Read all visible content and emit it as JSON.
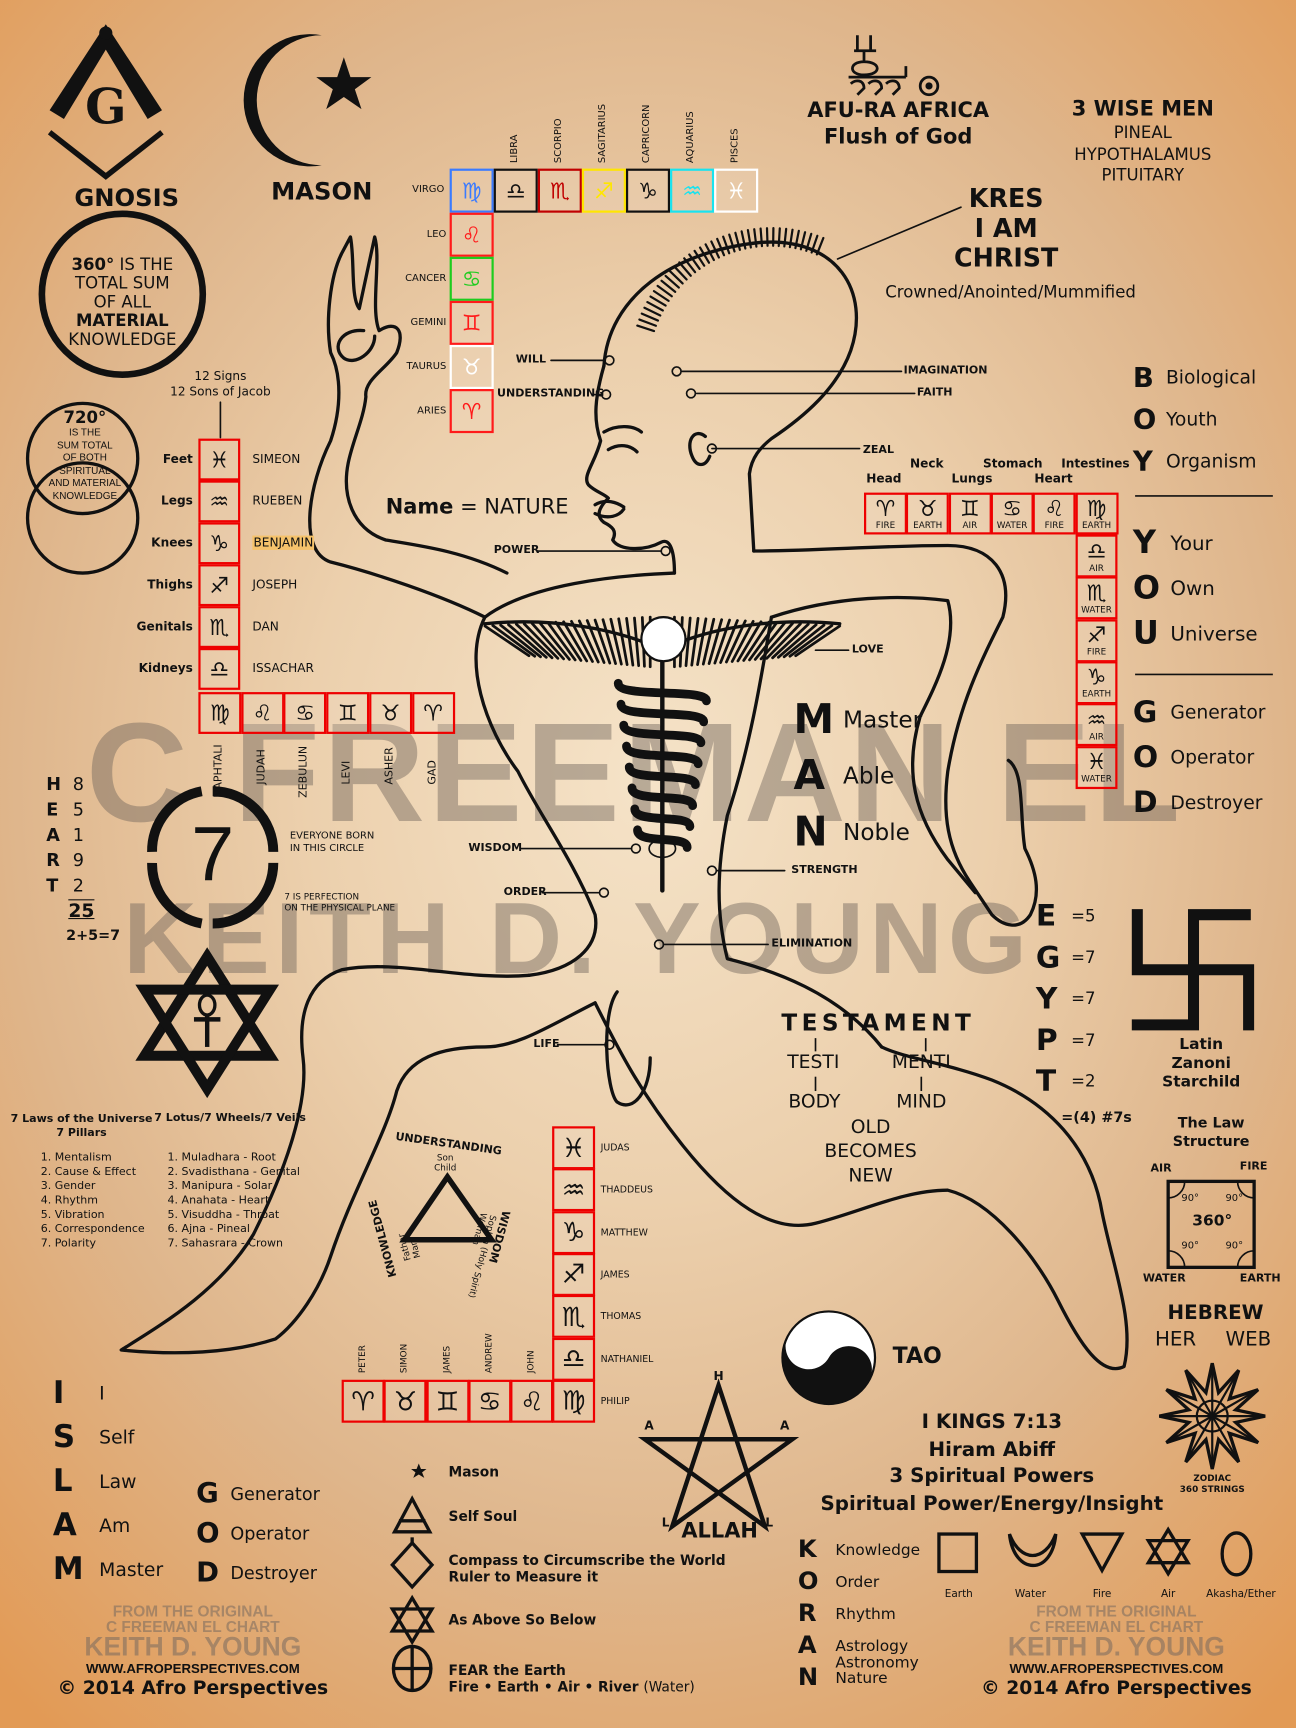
{
  "gnosis": {
    "label": "GNOSIS",
    "logo_letter": "G"
  },
  "mason": {
    "label": "MASON"
  },
  "afura": {
    "title": "AFU-RA AFRICA",
    "subtitle": "Flush of God"
  },
  "wise_men": {
    "title": "3 WISE MEN",
    "items": [
      "PINEAL",
      "HYPOTHALAMUS",
      "PITUITARY"
    ]
  },
  "kres": {
    "lines": [
      "KRES",
      "I AM",
      "CHRIST"
    ],
    "caption": "Crowned/Anointed/Mummified"
  },
  "circle360": {
    "deg": "360°",
    "lines": [
      "IS THE",
      "TOTAL SUM",
      "OF ALL",
      "MATERIAL",
      "KNOWLEDGE"
    ]
  },
  "circle720": {
    "deg": "720°",
    "lines": [
      "IS THE",
      "SUM TOTAL",
      "OF BOTH",
      "SPIRITUAL",
      "AND MATERIAL",
      "KNOWLEDGE"
    ]
  },
  "top_zodiac": {
    "corner": {
      "name": "VIRGO",
      "glyph": "♍",
      "color": "#3b7bff"
    },
    "row": [
      {
        "name": "LIBRA",
        "glyph": "♎",
        "color": "#111111"
      },
      {
        "name": "SCORPIO",
        "glyph": "♏",
        "color": "#c00000"
      },
      {
        "name": "SAGITARIUS",
        "glyph": "♐",
        "color": "#ffe600"
      },
      {
        "name": "CAPRICORN",
        "glyph": "♑",
        "color": "#111111"
      },
      {
        "name": "AQUARIUS",
        "glyph": "♒",
        "color": "#19e3ef"
      },
      {
        "name": "PISCES",
        "glyph": "♓",
        "color": "#ffffff"
      }
    ],
    "column": [
      {
        "name": "LEO",
        "glyph": "♌",
        "color": "#ff1a1a"
      },
      {
        "name": "CANCER",
        "glyph": "♋",
        "color": "#1ecc1e"
      },
      {
        "name": "GEMINI",
        "glyph": "♊",
        "color": "#ff1a1a"
      },
      {
        "name": "TAURUS",
        "glyph": "♉",
        "color": "#ffffff"
      },
      {
        "name": "ARIES",
        "glyph": "♈",
        "color": "#ff1a1a"
      }
    ]
  },
  "sons": {
    "heading": [
      "12 Signs",
      "12 Sons of Jacob"
    ],
    "column": [
      {
        "part": "Feet",
        "glyph": "♓",
        "name": "SIMEON"
      },
      {
        "part": "Legs",
        "glyph": "♒",
        "name": "RUEBEN"
      },
      {
        "part": "Knees",
        "glyph": "♑",
        "name": "BENJAMIN"
      },
      {
        "part": "Thighs",
        "glyph": "♐",
        "name": "JOSEPH"
      },
      {
        "part": "Genitals",
        "glyph": "♏",
        "name": "DAN"
      },
      {
        "part": "Kidneys",
        "glyph": "♎",
        "name": "ISSACHAR"
      }
    ],
    "row": [
      {
        "glyph": "♍",
        "name": "NAPHTALI"
      },
      {
        "glyph": "♌",
        "name": "JUDAH"
      },
      {
        "glyph": "♋",
        "name": "ZEBULUN"
      },
      {
        "glyph": "♊",
        "name": "LEVI"
      },
      {
        "glyph": "♉",
        "name": "ASHER"
      },
      {
        "glyph": "♈",
        "name": "GAD"
      }
    ],
    "highlight_color": "#f5c26b"
  },
  "body_zodiac": {
    "parts": [
      "Head",
      "Neck",
      "Lungs",
      "Stomach",
      "Heart",
      "Intestines"
    ],
    "row": [
      {
        "glyph": "♈",
        "element": "FIRE"
      },
      {
        "glyph": "♉",
        "element": "EARTH"
      },
      {
        "glyph": "♊",
        "element": "AIR"
      },
      {
        "glyph": "♋",
        "element": "WATER"
      },
      {
        "glyph": "♌",
        "element": "FIRE"
      },
      {
        "glyph": "♍",
        "element": "EARTH"
      }
    ],
    "column": [
      {
        "glyph": "♎",
        "element": "AIR"
      },
      {
        "glyph": "♏",
        "element": "WATER"
      },
      {
        "glyph": "♐",
        "element": "FIRE"
      },
      {
        "glyph": "♑",
        "element": "EARTH"
      },
      {
        "glyph": "♒",
        "element": "AIR"
      },
      {
        "glyph": "♓",
        "element": "WATER"
      }
    ]
  },
  "body_labels": {
    "will": "WILL",
    "understanding": "UNDERSTANDING",
    "imagination": "IMAGINATION",
    "faith": "FAITH",
    "zeal": "ZEAL",
    "power": "POWER",
    "love": "LOVE",
    "wisdom": "WISDOM",
    "strength": "STRENGTH",
    "order": "ORDER",
    "elimination": "ELIMINATION",
    "life": "LIFE"
  },
  "name_nature": {
    "name": "Name",
    "rest": "= NATURE"
  },
  "boy": [
    {
      "letter": "B",
      "word": "Biological"
    },
    {
      "letter": "O",
      "word": "Youth"
    },
    {
      "letter": "Y",
      "word": "Organism"
    }
  ],
  "you": [
    {
      "letter": "Y",
      "word": "Your"
    },
    {
      "letter": "O",
      "word": "Own"
    },
    {
      "letter": "U",
      "word": "Universe"
    }
  ],
  "god_right": [
    {
      "letter": "G",
      "word": "Generator"
    },
    {
      "letter": "O",
      "word": "Operator"
    },
    {
      "letter": "D",
      "word": "Destroyer"
    }
  ],
  "man": [
    {
      "letter": "M",
      "word": "Master"
    },
    {
      "letter": "A",
      "word": "Able"
    },
    {
      "letter": "N",
      "word": "Noble"
    }
  ],
  "watermark": {
    "line1": "C FREEMAN EL",
    "line2": "KEITH D. YOUNG"
  },
  "heart": {
    "rows": [
      {
        "letter": "H",
        "num": "8"
      },
      {
        "letter": "E",
        "num": "5"
      },
      {
        "letter": "A",
        "num": "1"
      },
      {
        "letter": "R",
        "num": "9"
      },
      {
        "letter": "T",
        "num": "2"
      }
    ],
    "total": "25",
    "sum": "2+5=7"
  },
  "seven": {
    "digit": "7",
    "note1": [
      "EVERYONE BORN",
      "IN THIS CIRCLE"
    ],
    "note2": [
      "7 IS PERFECTION",
      "ON THE PHYSICAL PLANE"
    ]
  },
  "laws": {
    "title": [
      "7 Laws of the Universe",
      "7 Pillars"
    ],
    "items": [
      "1. Mentalism",
      "2. Cause & Effect",
      "3. Gender",
      "4. Rhythm",
      "5. Vibration",
      "6. Correspondence",
      "7. Polarity"
    ]
  },
  "lotus": {
    "title": "7 Lotus/7 Wheels/7 Veils",
    "items": [
      "1. Muladhara - Root",
      "2. Svadisthana - Genital",
      "3. Manipura - Solar",
      "4. Anahata - Heart",
      "5. Visuddha - Throat",
      "6. Ajna - Pineal",
      "7. Sahasrara - Crown"
    ]
  },
  "trinity": {
    "top": "UNDERSTANDING",
    "top_sub": [
      "Son",
      "Child"
    ],
    "left": "KNOWLEDGE",
    "left_sub": [
      "Father",
      "Man"
    ],
    "right": "WISDOM",
    "right_sub": [
      "Sophia (Holy Spirit)",
      "Woman"
    ]
  },
  "apostles": {
    "column": [
      {
        "name": "JUDAS",
        "glyph": "♓"
      },
      {
        "name": "THADDEUS",
        "glyph": "♒"
      },
      {
        "name": "MATTHEW",
        "glyph": "♑"
      },
      {
        "name": "JAMES",
        "glyph": "♐"
      },
      {
        "name": "THOMAS",
        "glyph": "♏"
      },
      {
        "name": "NATHANIEL",
        "glyph": "♎"
      },
      {
        "name": "PHILIP",
        "glyph": "♍"
      }
    ],
    "row": [
      {
        "name": "PETER",
        "glyph": "♈"
      },
      {
        "name": "SIMON",
        "glyph": "♉"
      },
      {
        "name": "JAMES",
        "glyph": "♊"
      },
      {
        "name": "ANDREW",
        "glyph": "♋"
      },
      {
        "name": "JOHN",
        "glyph": "♌"
      }
    ]
  },
  "testament": {
    "title": "TESTAMENT",
    "testi": "TESTI",
    "menti": "MENTI",
    "body": "BODY",
    "mind": "MIND",
    "lines": [
      "OLD",
      "BECOMES",
      "NEW"
    ]
  },
  "egypt": {
    "rows": [
      {
        "letter": "E",
        "val": "=5"
      },
      {
        "letter": "G",
        "val": "=7"
      },
      {
        "letter": "Y",
        "val": "=7"
      },
      {
        "letter": "P",
        "val": "=7"
      },
      {
        "letter": "T",
        "val": "=2"
      }
    ],
    "summary": "=(4) #7s"
  },
  "swastika": {
    "lines": [
      "Latin",
      "Zanoni",
      "Starchild"
    ]
  },
  "law_structure": {
    "title": [
      "The Law",
      "Structure"
    ],
    "corners": [
      "AIR",
      "FIRE",
      "WATER",
      "EARTH"
    ],
    "angle": "90°",
    "center": "360°"
  },
  "hebrew": {
    "title": "HEBREW",
    "her": "HER",
    "web": "WEB",
    "caption": [
      "ZODIAC",
      "360 STRINGS"
    ]
  },
  "tao": {
    "label": "TAO"
  },
  "allah": {
    "label": "ALLAH",
    "points": [
      "H",
      "A",
      "A",
      "L",
      "L"
    ]
  },
  "kings": {
    "lines": [
      "I KINGS 7:13",
      "Hiram Abiff",
      "3 Spiritual Powers",
      "Spiritual Power/Energy/Insight"
    ]
  },
  "islam": [
    {
      "letter": "I",
      "word": "I"
    },
    {
      "letter": "S",
      "word": "Self"
    },
    {
      "letter": "L",
      "word": "Law"
    },
    {
      "letter": "A",
      "word": "Am"
    },
    {
      "letter": "M",
      "word": "Master"
    }
  ],
  "god_left": [
    {
      "letter": "G",
      "word": "Generator"
    },
    {
      "letter": "O",
      "word": "Operator"
    },
    {
      "letter": "D",
      "word": "Destroyer"
    }
  ],
  "symbols": [
    {
      "icon": "crescent-star",
      "lines": [
        "Mason"
      ]
    },
    {
      "icon": "triangle",
      "lines": [
        "Self Soul"
      ]
    },
    {
      "icon": "compass",
      "lines": [
        "Compass to Circumscribe the World",
        "Ruler to Measure it"
      ]
    },
    {
      "icon": "hexagram",
      "lines": [
        "As Above So Below"
      ]
    },
    {
      "icon": "cross-circle",
      "lines": [
        "FEAR the Earth",
        "Fire • Earth • Air • River"
      ],
      "suffix": "(Water)"
    }
  ],
  "koran": [
    {
      "letter": "K",
      "word": "Knowledge"
    },
    {
      "letter": "O",
      "word": "Order"
    },
    {
      "letter": "R",
      "word": "Rhythm"
    },
    {
      "letter": "A",
      "word": "Astrology\nAstronomy"
    },
    {
      "letter": "N",
      "word": "Nature"
    }
  ],
  "elements": [
    "Earth",
    "Water",
    "Fire",
    "Air",
    "Akasha/Ether"
  ],
  "footer": {
    "from": "FROM THE ORIGINAL",
    "chart": "C FREEMAN EL CHART",
    "author": "KEITH D. YOUNG",
    "url": "WWW.AFROPERSPECTIVES.COM",
    "copyright": "© 2014 Afro Perspectives"
  }
}
